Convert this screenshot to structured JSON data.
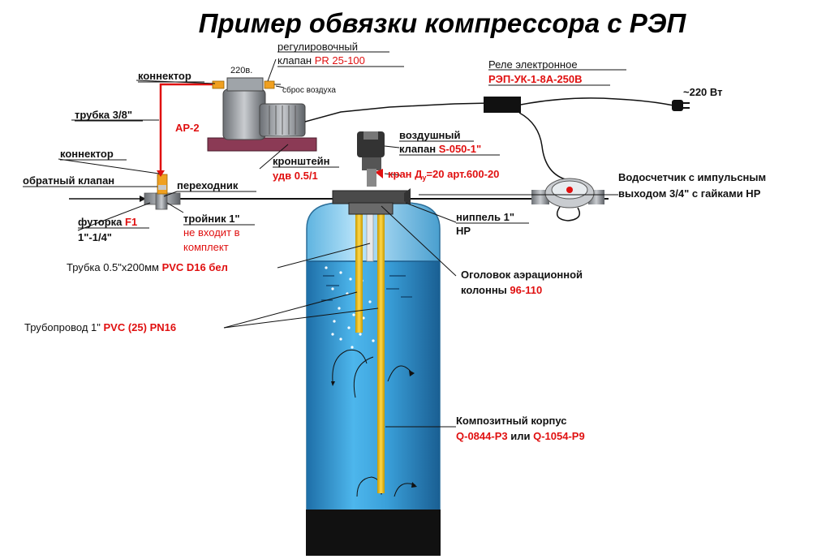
{
  "title": "Пример обвязки компрессора с РЭП",
  "labels": {
    "connector_top": "коннектор",
    "voltage": "220в.",
    "reg_valve_1": "регулировочный",
    "reg_valve_2": "клапан",
    "reg_valve_code": "PR 25-100",
    "air_release": "сброс воздуха",
    "tube_38": "трубка 3/8\"",
    "ap2": "АР-2",
    "connector_mid": "коннектор",
    "check_valve": "обратный клапан",
    "adapter": "переходник",
    "bracket": "кронштейн",
    "bracket_code": "удв 0.5/1",
    "relay": "Реле электронное",
    "relay_code": "РЭП-УК-1-8А-250В",
    "power": "~220 Вт",
    "air_valve_1": "воздушный",
    "air_valve_2": "клапан",
    "air_valve_code": "S-050-1\"",
    "tap_prefix": "кран Д",
    "tap_sub": "у",
    "tap_rest": "=20 арт.600-20",
    "meter_1": "Водосчетчик с импульсным",
    "meter_2": "выходом 3/4\" с гайками НР",
    "futorka": "футорка",
    "futorka_code": "F1",
    "futorka_size": "1\"-1/4\"",
    "tee": "тройник 1\"",
    "tee_note_1": "не входит в",
    "tee_note_2": "комплект",
    "nipple": "ниппель 1\"",
    "nipple_2": "НР",
    "tube_05_prefix": "Трубка 0.5\"x200мм",
    "tube_05_code": "PVC D16 бел",
    "head_1": "Оголовок аэрационной",
    "head_2": "колонны",
    "head_code": "96-110",
    "pipe_prefix": "Трубопровод 1\"",
    "pipe_code": "PVC (25) PN16",
    "body_label": "Композитный корпус",
    "body_code_1": "Q-0844-P3",
    "body_or": "или",
    "body_code_2": "Q-1054-P9"
  },
  "colors": {
    "accent_red": "#e01010",
    "water": "#3aa6dc",
    "tank_top": "#6cc3ee",
    "tank_base": "#111111",
    "pipe_yellow": "#f2c200",
    "bracket": "#8b3a55"
  }
}
